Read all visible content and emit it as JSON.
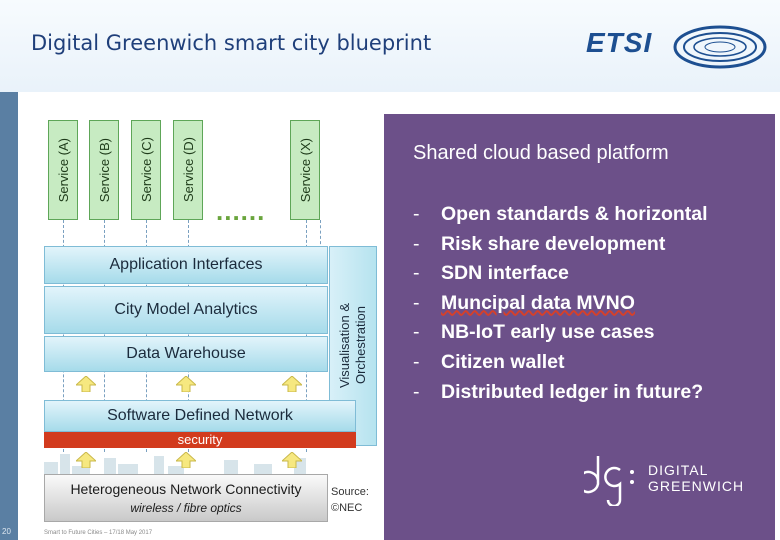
{
  "slide": {
    "title": "Digital Greenwich smart city blueprint",
    "page_number": "20",
    "footer": "Smart to Future Cities – 17/18 May 2017"
  },
  "logo": {
    "text": "ETSI",
    "icon": "etsi-globe-icon"
  },
  "diagram": {
    "services": [
      "Service (A)",
      "Service (B)",
      "Service (C)",
      "Service (D)",
      "Service (X)"
    ],
    "ellipsis": "......",
    "layers": {
      "application_interfaces": "Application Interfaces",
      "city_model_analytics": "City Model Analytics",
      "data_warehouse": "Data Warehouse",
      "software_defined_network": "Software Defined Network",
      "security": "security",
      "visualisation_line1": "Visualisation &",
      "visualisation_line2": "Orchestration",
      "heterogeneous": "Heterogeneous Network Connectivity",
      "heterogeneous_sub": "wireless / fibre optics"
    },
    "source_line1": "Source:",
    "source_line2": "©NEC",
    "colors": {
      "security": "#d23b1e",
      "service_fill": "#c7ebc2",
      "arrow": "#f6e880"
    }
  },
  "panel": {
    "title": "Shared cloud based platform",
    "bullets": [
      "Open standards & horizontal",
      "Risk share development",
      "SDN  interface",
      "Muncipal data MVNO",
      "NB-IoT early use cases",
      "Citizen wallet",
      "Distributed ledger in future?"
    ],
    "bullet_marker": "-",
    "brand_line1": "DIGITAL",
    "brand_line2": "GREENWICH",
    "colors": {
      "background": "#6c5089",
      "text": "#ffffff"
    }
  }
}
